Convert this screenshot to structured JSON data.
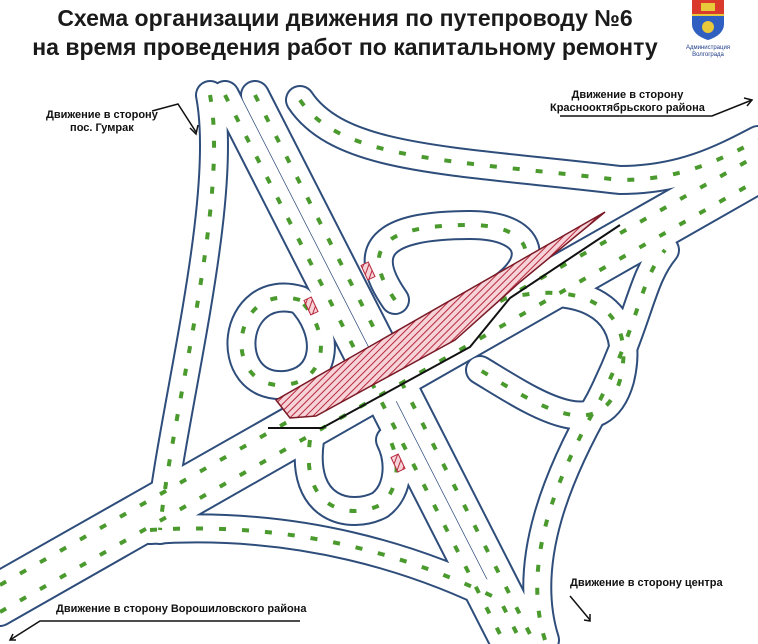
{
  "title": {
    "line1": "Схема организации движения по путепроводу №6",
    "line2": "на время проведения работ по капитальному ремонту"
  },
  "logo": {
    "caption_line1": "Администрация",
    "caption_line2": "Волгограда"
  },
  "labels": {
    "gumrak_line1": "Движение в сторону",
    "gumrak_line2": "пос. Гумрак",
    "krasnooktyabrsky_line1": "Движение в сторону",
    "krasnooktyabrsky_line2": "Краснооктябрьского района",
    "center": "Движение в сторону центра",
    "voroshilovsky": "Движение в сторону Ворошиловского района"
  },
  "colors": {
    "road": "#2e4d7b",
    "arrow": "#4a9a2e",
    "closed": "#c0394a",
    "hatch_bg": "#f3c9cf"
  }
}
